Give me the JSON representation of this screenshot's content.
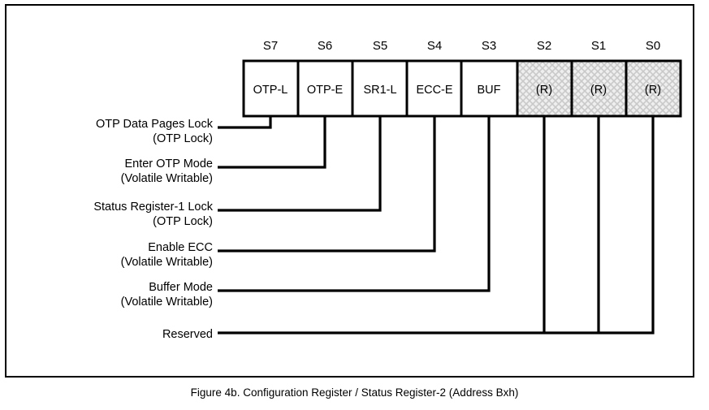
{
  "figure": {
    "caption": "Figure 4b. Configuration Register / Status Register-2 (Address Bxh)",
    "register_name": "Configuration Register / Status Register-2",
    "address": "Bxh",
    "colors": {
      "line": "#000000",
      "background": "#ffffff",
      "reserved_fill": "#efefef",
      "reserved_hatch": "#c9c9c9"
    }
  },
  "register": {
    "bit_labels": [
      "S7",
      "S6",
      "S5",
      "S4",
      "S3",
      "S2",
      "S1",
      "S0"
    ],
    "cells": [
      {
        "bit": "S7",
        "name": "OTP-L",
        "reserved": false
      },
      {
        "bit": "S6",
        "name": "OTP-E",
        "reserved": false
      },
      {
        "bit": "S5",
        "name": "SR1-L",
        "reserved": false
      },
      {
        "bit": "S4",
        "name": "ECC-E",
        "reserved": false
      },
      {
        "bit": "S3",
        "name": "BUF",
        "reserved": false
      },
      {
        "bit": "S2",
        "name": "(R)",
        "reserved": true
      },
      {
        "bit": "S1",
        "name": "(R)",
        "reserved": true
      },
      {
        "bit": "S0",
        "name": "(R)",
        "reserved": true
      }
    ]
  },
  "descriptions": [
    {
      "bit": "S7",
      "line1": "OTP Data Pages Lock",
      "line2": "(OTP Lock)"
    },
    {
      "bit": "S6",
      "line1": "Enter OTP Mode",
      "line2": "(Volatile Writable)"
    },
    {
      "bit": "S5",
      "line1": "Status Register-1 Lock",
      "line2": "(OTP Lock)"
    },
    {
      "bit": "S4",
      "line1": "Enable ECC",
      "line2": "(Volatile Writable)"
    },
    {
      "bit": "S3",
      "line1": "Buffer Mode",
      "line2": "(Volatile Writable)"
    },
    {
      "bit": "S2,S1,S0",
      "line1": "Reserved",
      "line2": ""
    }
  ]
}
